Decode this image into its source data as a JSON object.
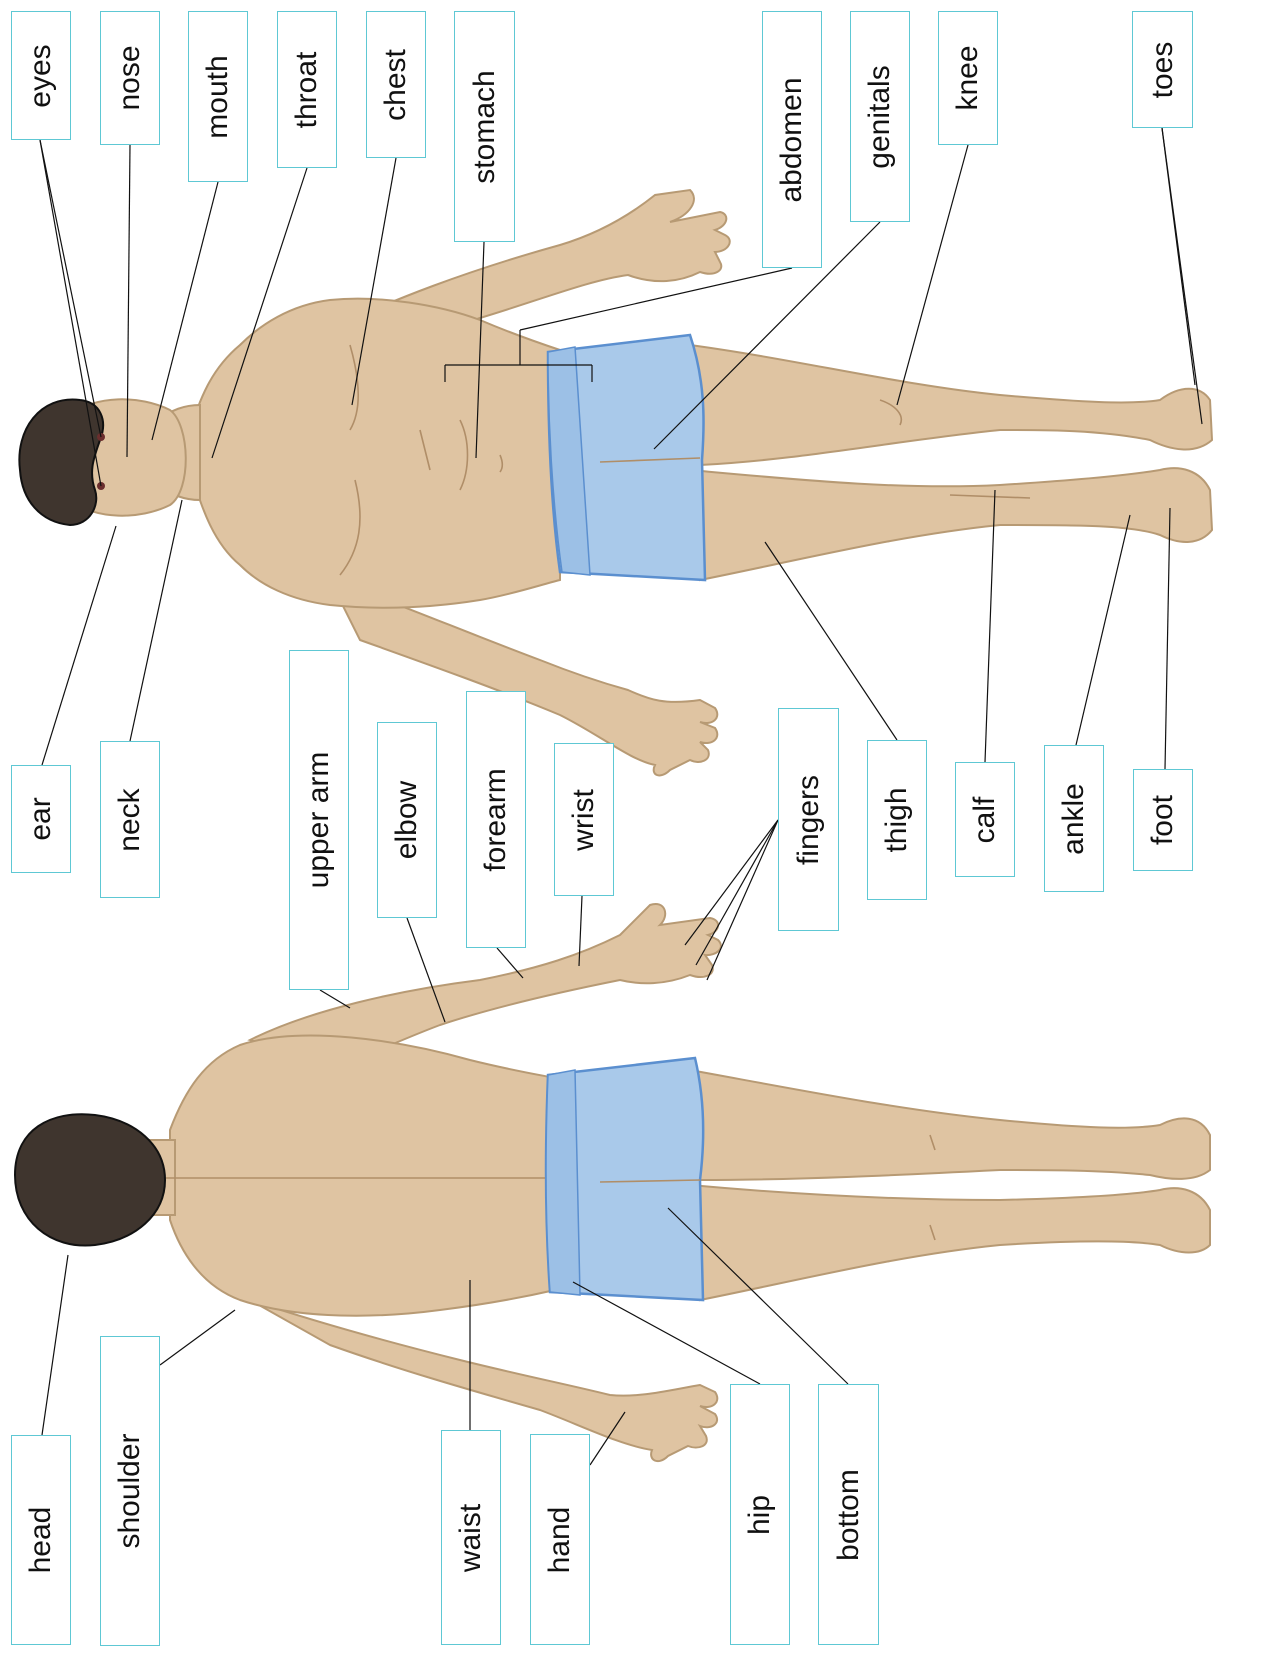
{
  "labels": {
    "eyes": "eyes",
    "nose": "nose",
    "mouth": "mouth",
    "throat": "throat",
    "chest": "chest",
    "stomach": "stomach",
    "abdomen": "abdomen",
    "genitals": "genitals",
    "knee": "knee",
    "toes": "toes",
    "ear": "ear",
    "neck": "neck",
    "upper_arm": "upper arm",
    "elbow": "elbow",
    "forearm": "forearm",
    "wrist": "wrist",
    "fingers": "fingers",
    "thigh": "thigh",
    "calf": "calf",
    "ankle": "ankle",
    "foot": "foot",
    "head": "head",
    "shoulder": "shoulder",
    "waist": "waist",
    "hand": "hand",
    "hip": "hip",
    "bottom": "bottom"
  },
  "colors": {
    "skin": "#dfc4a2",
    "shorts": "#a9c9ea",
    "hair": "#3f352e",
    "label_border": "#5ec8d4"
  }
}
